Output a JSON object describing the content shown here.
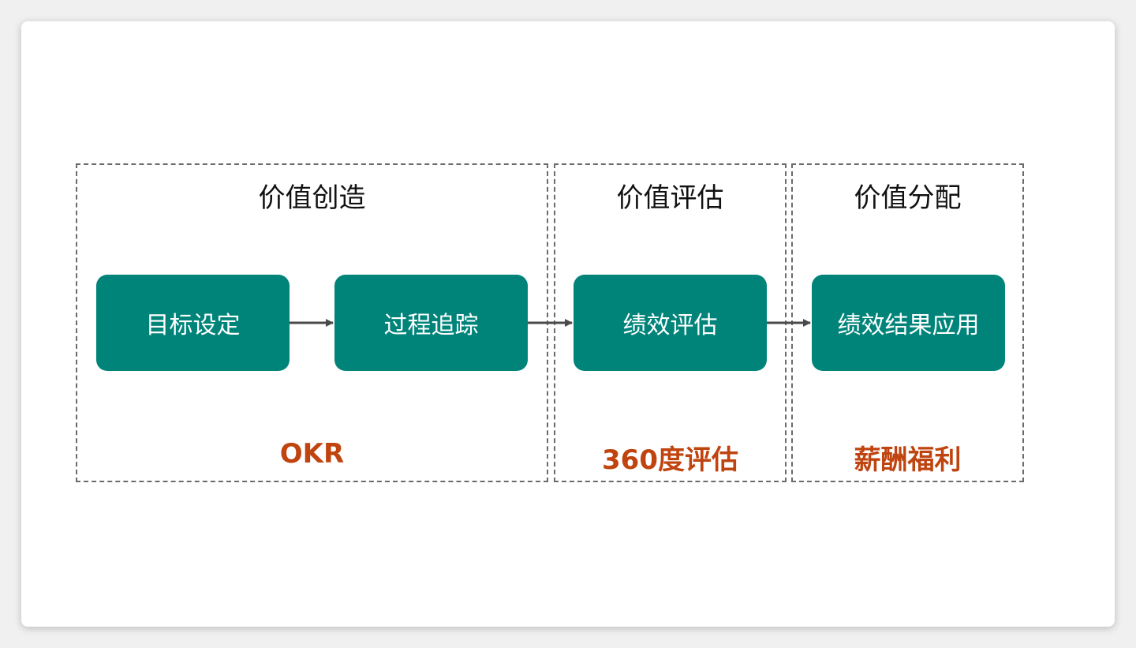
{
  "groups": [
    {
      "title": "价值创造",
      "tag": "OKR"
    },
    {
      "title": "价值评估",
      "tag": "360度评估"
    },
    {
      "title": "价值分配",
      "tag": "薪酬福利"
    }
  ],
  "steps": [
    {
      "label": "目标设定"
    },
    {
      "label": "过程追踪"
    },
    {
      "label": "绩效评估"
    },
    {
      "label": "绩效结果应用"
    }
  ],
  "colors": {
    "step_fill": "#00847a",
    "tag_text": "#c0440f",
    "border": "#6b6b6b",
    "arrow": "#4a4a4a"
  }
}
